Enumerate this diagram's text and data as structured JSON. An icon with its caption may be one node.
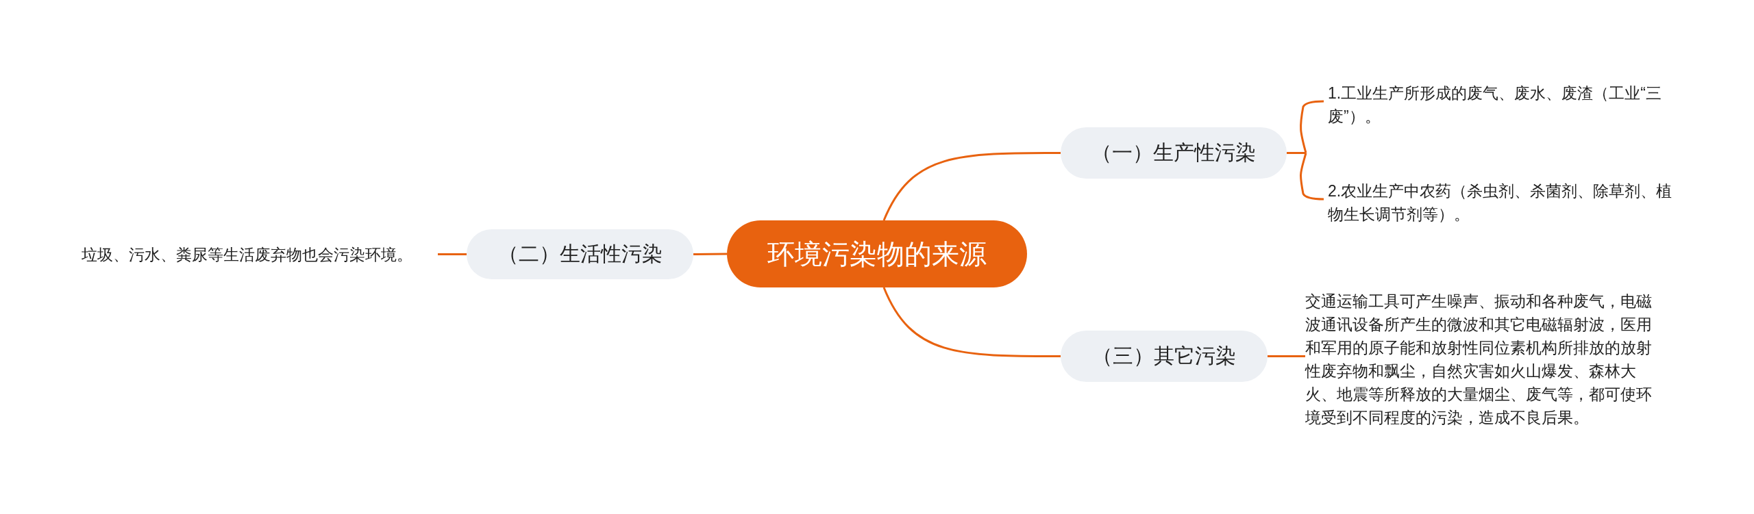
{
  "diagram": {
    "nodes": [
      {
        "text": [
          "环境污染物的来源"
        ]
      },
      {
        "text": [
          "（一）生产性污染"
        ]
      },
      {
        "text": [
          "1.工业生产所形成的废气、废水、废渣（工业“三废”）。"
        ]
      },
      {
        "text": [
          "2.农业生产中农药（杀虫剂、杀菌剂、除草剂、植物生长调节剂等）。"
        ]
      },
      {
        "text": [
          "（二）生活性污染"
        ]
      },
      {
        "text": [
          "垃圾、污水、粪尿等生活废弃物也会污染环境。"
        ]
      },
      {
        "text": [
          "（三）其它污染"
        ]
      },
      {
        "text": [
          "交通运输工具可产生噪声、振动和各种废气，电磁波通讯设备所产生的微波和其它电磁辐射波，医用和军用的原子能和放射性同位素机构所排放的放射性废弃物和飘尘，自然灾害如火山爆发、森林大火、地震等所释放的大量烟尘、废气等，都可使环境受到不同程度的污染，造成不良后果。"
        ]
      }
    ],
    "edges": [
      {
        "from": 0,
        "to": 1,
        "arrow": "none"
      },
      {
        "from": 1,
        "to": 2,
        "arrow": "none"
      },
      {
        "from": 1,
        "to": 3,
        "arrow": "none"
      },
      {
        "from": 0,
        "to": 4,
        "arrow": "none"
      },
      {
        "from": 4,
        "to": 5,
        "arrow": "none"
      },
      {
        "from": 0,
        "to": 6,
        "arrow": "none"
      },
      {
        "from": 6,
        "to": 7,
        "arrow": "none"
      }
    ]
  }
}
